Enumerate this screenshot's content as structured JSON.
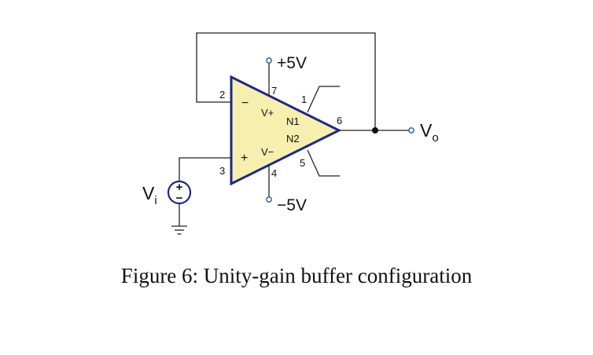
{
  "colors": {
    "opamp_fill": "#f6efb0",
    "opamp_stroke": "#1d2a85",
    "source_stroke": "#1d2a85",
    "terminal": "#2f5597",
    "wire": "#222222"
  },
  "opamp": {
    "pins": {
      "inverting": "2",
      "noninverting": "3",
      "v_plus": "7",
      "v_minus": "4",
      "null1": "1",
      "null2": "5",
      "output": "6"
    },
    "inverting_sign": "−",
    "noninverting_sign": "+",
    "vplus_label": "V+",
    "vminus_label": "V−",
    "n1_label": "N1",
    "n2_label": "N2"
  },
  "supply": {
    "positive": "+5V",
    "negative": "−5V"
  },
  "input": {
    "label_main": "V",
    "label_sub": "i",
    "source_plus": "+",
    "source_minus": "−"
  },
  "output": {
    "label_main": "V",
    "label_sub": "o"
  },
  "caption": "Figure 6: Unity-gain buffer configuration"
}
